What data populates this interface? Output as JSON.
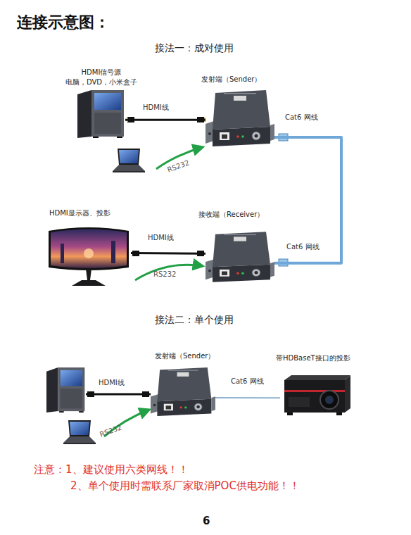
{
  "diagram": {
    "title": "连接示意图：",
    "nodes": [
      {
        "text": [
          "HDMI信号源 电脑，DVD，小米盒子"
        ]
      },
      {
        "text": [
          "发射端（Sender）"
        ]
      },
      {
        "text": [
          "HDMI显示器、投影"
        ]
      },
      {
        "text": [
          "接收端（Receiver）"
        ]
      },
      {
        "text": [
          "发射端（Sender）"
        ]
      },
      {
        "text": [
          "带HDBaseT接口的投影"
        ]
      }
    ],
    "edges": [
      {
        "from": 0,
        "to": 1,
        "arrow": "none",
        "label": "HDMI线"
      },
      {
        "from": 1,
        "to": 3,
        "arrow": "none",
        "label": "Cat6 网线"
      },
      {
        "from": 3,
        "to": 2,
        "arrow": "none",
        "label": "HDMI线"
      },
      {
        "from": 4,
        "to": 5,
        "arrow": "none",
        "label": "Cat6 网线"
      }
    ],
    "labels": [
      "接法一：成对使用",
      "RS232",
      "Cat6 网线",
      "RS232",
      "接法二：单个使用",
      "HDMI线",
      "RS232",
      "注意：1、建议使用六类网线！！",
      "2、单个使用时需联系厂家取消POC供电功能！！",
      "6"
    ]
  }
}
